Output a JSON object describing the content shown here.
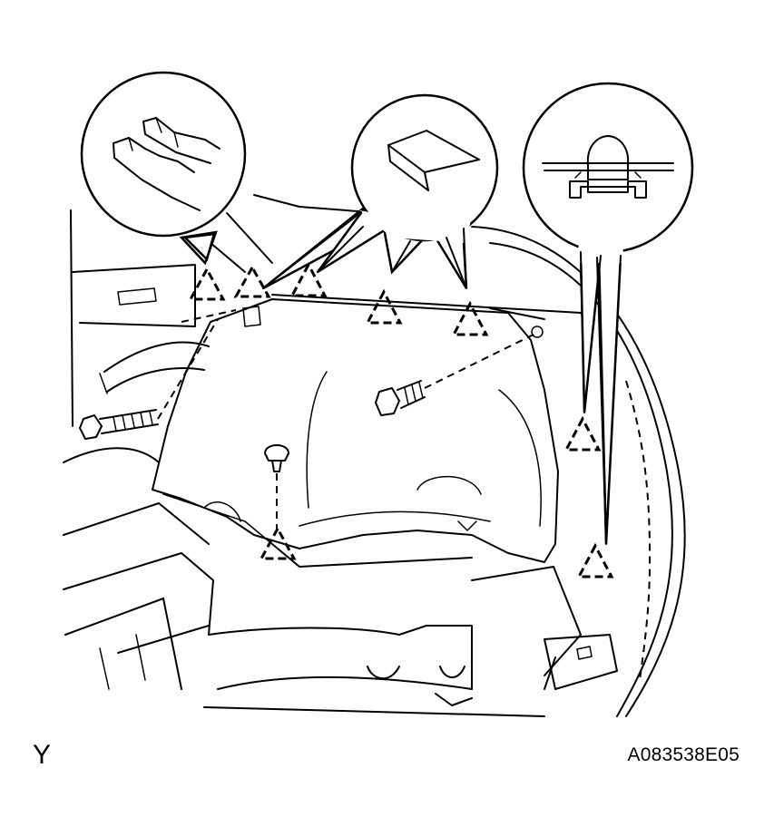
{
  "view_label": "Y",
  "reference_code": "A083538E05",
  "icons": {
    "clip_marker": "dashed-triangle-clip-icon",
    "bolt": "bolt-icon",
    "push_clip": "push-clip-icon"
  },
  "callouts": [
    {
      "name": "claw-clip-detail",
      "depicts": "claw-clip"
    },
    {
      "name": "block-clip-detail",
      "depicts": "block-clip"
    },
    {
      "name": "push-clip-detail",
      "depicts": "push-clip-cross-section"
    }
  ]
}
